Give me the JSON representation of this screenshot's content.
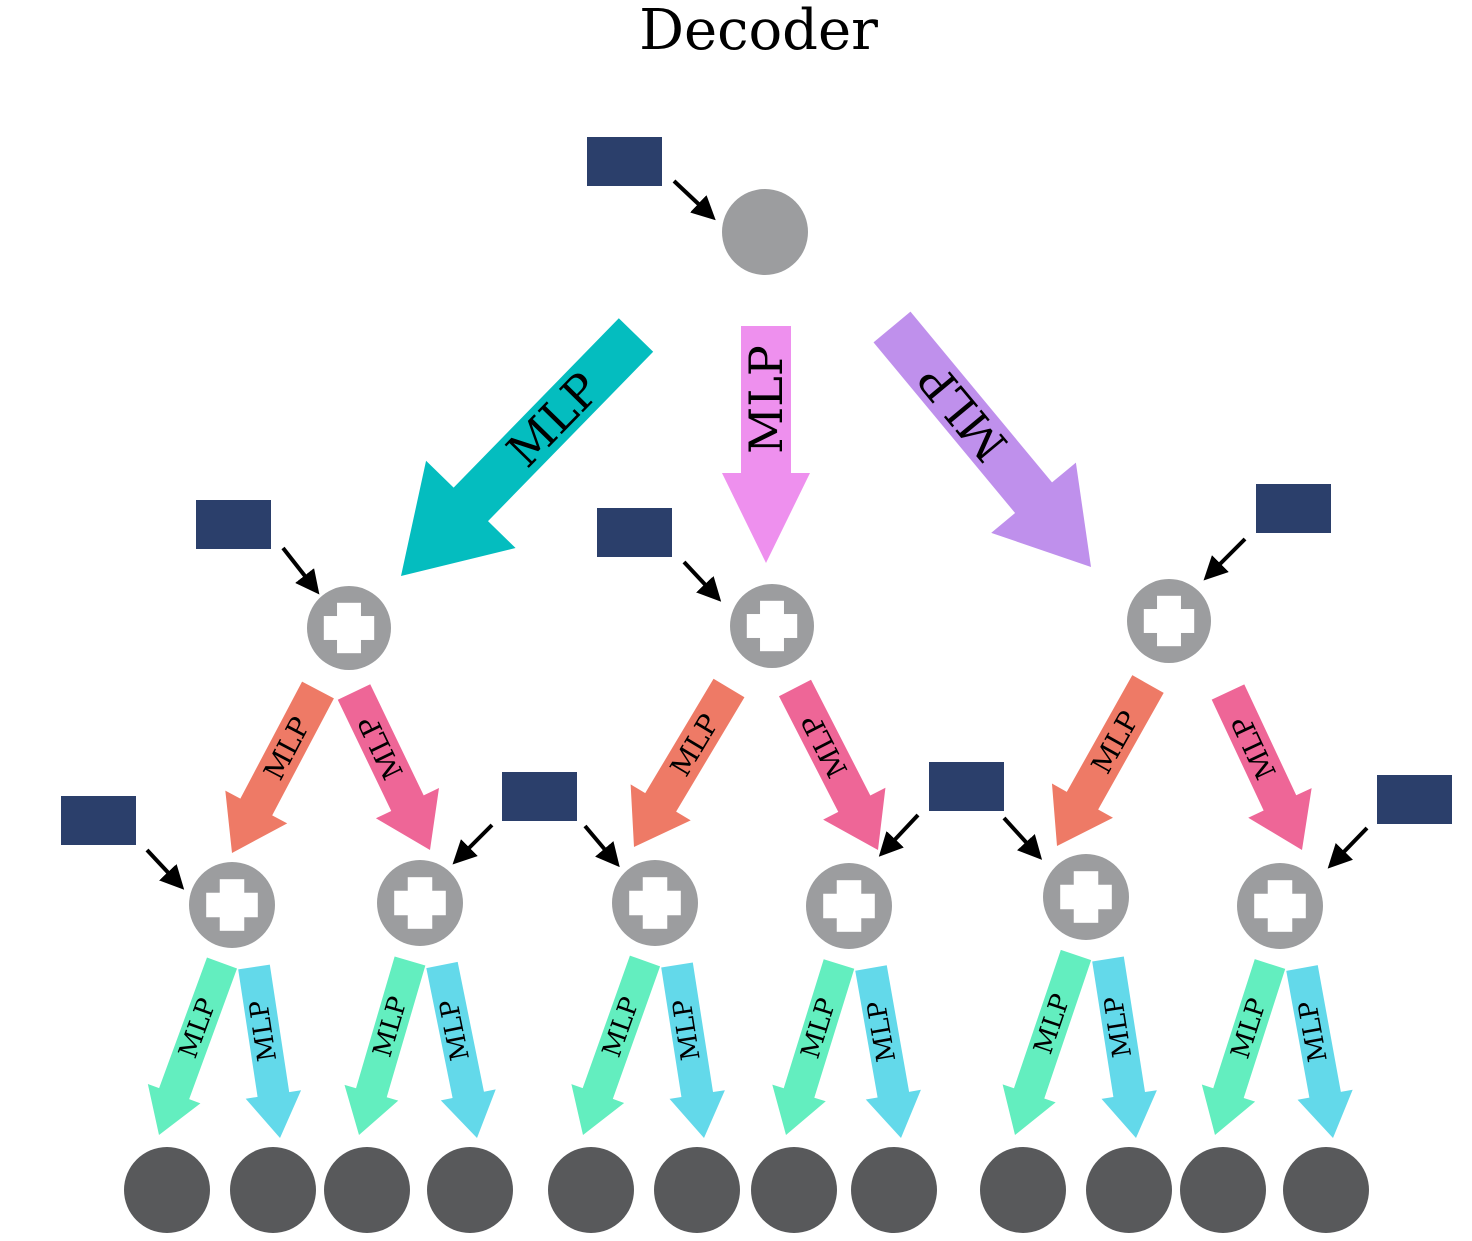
{
  "title": "Decoder",
  "mlp_label": "MLP",
  "colors": {
    "token_box": "#2b3f6b",
    "root_node": "#9c9d9f",
    "add_node": "#9c9d9f",
    "leaf_node": "#58595b",
    "arrow_black": "#000000",
    "level1_left": "#04bdbf",
    "level1_mid": "#ee90ee",
    "level1_right": "#bf90ec",
    "level2_left": "#ee7a66",
    "level2_right": "#ee6697",
    "level3_left": "#63eebf",
    "level3_right": "#63d9ea"
  },
  "structure": {
    "root": {
      "type": "node",
      "input": "token"
    },
    "levels": [
      {
        "name": "level1",
        "nodes": 3,
        "node_type": "add",
        "branches": [
          "left",
          "mid",
          "right"
        ]
      },
      {
        "name": "level2",
        "nodes": 6,
        "node_type": "add",
        "branches": [
          "left",
          "right"
        ]
      },
      {
        "name": "leaves",
        "nodes": 12,
        "node_type": "output"
      }
    ]
  }
}
